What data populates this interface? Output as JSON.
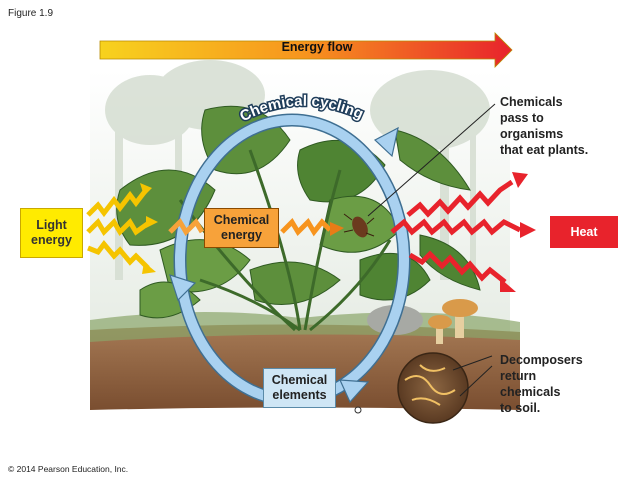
{
  "figure_label": "Figure 1.9",
  "copyright": "© 2014 Pearson Education, Inc.",
  "energy_flow": "Energy flow",
  "chemical_cycling": "Chemical cycling",
  "light_energy": "Light energy",
  "chemical_energy": "Chemical energy",
  "heat": "Heat",
  "chemical_elements": "Chemical elements",
  "annotation_plants": "Chemicals\npass to\norganisms\nthat eat plants.",
  "annotation_decomposers": "Decomposers\nreturn\nchemicals\nto soil.",
  "colors": {
    "arrow_start": "#f7d21e",
    "arrow_end": "#e8232c",
    "light": "#ffeb00",
    "heat": "#e8232c",
    "cycle": "#9cc8ea",
    "soil": "#8a5a3a"
  }
}
